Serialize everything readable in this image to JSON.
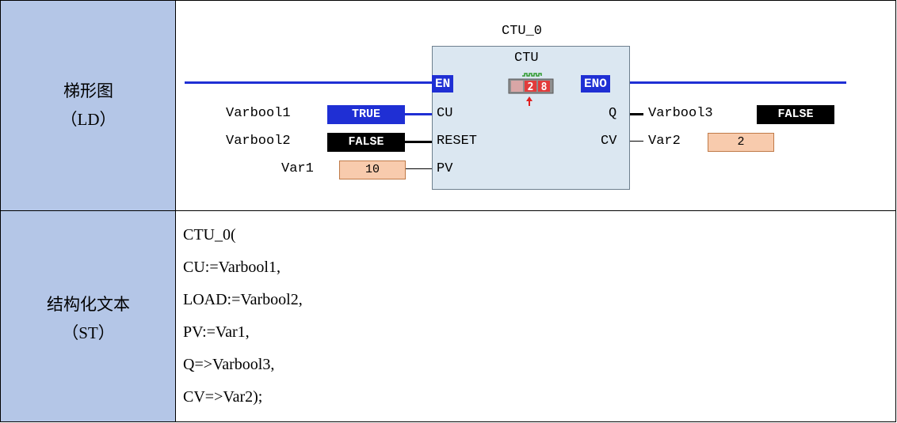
{
  "rows": {
    "ld": {
      "label": "梯形图",
      "sublabel": "（LD）"
    },
    "st": {
      "label": "结构化文本",
      "sublabel": "（ST）"
    }
  },
  "ld": {
    "instance_name": "CTU_0",
    "block_type": "CTU",
    "pins": {
      "en": "EN",
      "eno": "ENO",
      "cu": "CU",
      "reset": "RESET",
      "pv": "PV",
      "q": "Q",
      "cv": "CV"
    },
    "inputs": {
      "cu_var": "Varbool1",
      "cu_value": "TRUE",
      "reset_var": "Varbool2",
      "reset_value": "FALSE",
      "pv_var": "Var1",
      "pv_value": "10"
    },
    "outputs": {
      "q_var": "Varbool3",
      "q_value": "FALSE",
      "cv_var": "Var2",
      "cv_value": "2"
    },
    "counter_display": "28"
  },
  "st": {
    "lines": [
      "CTU_0(",
      "CU:=Varbool1,",
      "LOAD:=Varbool2,",
      "PV:=Var1,",
      "Q=>Varbool3,",
      "CV=>Var2);"
    ]
  }
}
